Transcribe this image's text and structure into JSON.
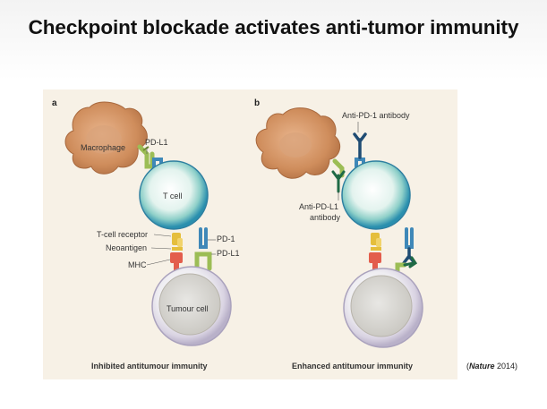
{
  "slide": {
    "title": "Checkpoint blockade activates anti-tumor immunity",
    "citation_open": "(",
    "citation_journal": "Nature",
    "citation_year": " 2014)"
  },
  "panel_a": {
    "letter": "a",
    "caption": "Inhibited antitumour immunity",
    "labels": {
      "macrophage": "Macrophage",
      "pd_l1_top": "PD-L1",
      "t_cell": "T cell",
      "t_cell_receptor": "T-cell receptor",
      "neoantigen": "Neoantigen",
      "mhc": "MHC",
      "pd_1": "PD-1",
      "pd_l1_bottom": "PD-L1",
      "tumour_cell": "Tumour cell"
    }
  },
  "panel_b": {
    "letter": "b",
    "caption": "Enhanced antitumour immunity",
    "labels": {
      "anti_pd1": "Anti-PD-1 antibody",
      "anti_pdl1_line1": "Anti-PD-L1",
      "anti_pdl1_line2": "antibody"
    }
  },
  "colors": {
    "macrophage": "#c8875a",
    "t_cell_rim": "#2e9fb2",
    "tumour_rim": "#c9c2d6",
    "pd1_blue": "#3f88b8",
    "pdl1_green": "#9cbd55",
    "antibody_navy": "#1f4c73",
    "antibody_green": "#1f6a45",
    "tcr_yellow": "#e5be3c",
    "mhc_red": "#e35d4c"
  }
}
